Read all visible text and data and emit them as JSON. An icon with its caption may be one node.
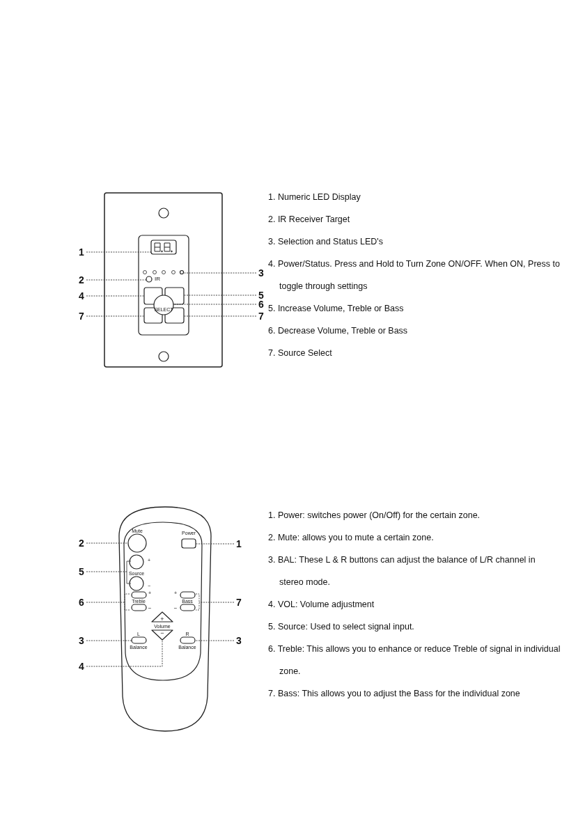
{
  "diagram": {
    "nodes": [
      {
        "text": [
          "1"
        ]
      },
      {
        "text": [],
        "shape": "box"
      },
      {
        "text": [
          "2"
        ]
      },
      {
        "text": [],
        "shape": "circle"
      },
      {
        "text": [
          "3"
        ]
      },
      {
        "text": [],
        "shape": "circle"
      },
      {
        "text": [
          "4"
        ]
      },
      {
        "text": [],
        "shape": "box"
      },
      {
        "text": [
          "5"
        ]
      },
      {
        "text": [],
        "shape": "box"
      },
      {
        "text": [
          "6"
        ]
      },
      {
        "text": [],
        "shape": "circle"
      },
      {
        "text": [
          "7"
        ]
      },
      {
        "text": [],
        "shape": "box"
      },
      {
        "text": [
          "7"
        ]
      },
      {
        "text": [],
        "shape": "box"
      },
      {
        "text": [
          "2"
        ]
      },
      {
        "text": [],
        "shape": "circle",
        "beside": [
          "Mute"
        ]
      },
      {
        "text": [
          "1"
        ]
      },
      {
        "text": [],
        "shape": "box",
        "beside": [
          "Power"
        ]
      },
      {
        "text": [
          "5"
        ]
      },
      {
        "text": [],
        "shape": "bracket"
      },
      {
        "text": [
          "6"
        ]
      },
      {
        "text": [],
        "shape": "bracket"
      },
      {
        "text": [
          "7"
        ]
      },
      {
        "text": [],
        "shape": "bracket"
      },
      {
        "text": [
          "3"
        ]
      },
      {
        "text": [],
        "shape": "box"
      },
      {
        "text": [
          "3"
        ]
      },
      {
        "text": [],
        "shape": "box"
      },
      {
        "text": [
          "4"
        ]
      },
      {
        "text": [
          "−"
        ]
      },
      {
        "text": [
          "+"
        ]
      }
    ],
    "edges": [
      {
        "from": 0,
        "to": 1,
        "arrow": "none"
      },
      {
        "from": 2,
        "to": 3,
        "arrow": "none"
      },
      {
        "from": 4,
        "to": 5,
        "arrow": "none"
      },
      {
        "from": 6,
        "to": 7,
        "arrow": "none"
      },
      {
        "from": 8,
        "to": 9,
        "arrow": "none"
      },
      {
        "from": 10,
        "to": 11,
        "arrow": "none"
      },
      {
        "from": 12,
        "to": 13,
        "arrow": "none"
      },
      {
        "from": 14,
        "to": 15,
        "arrow": "none"
      },
      {
        "from": 16,
        "to": 17,
        "arrow": "none"
      },
      {
        "from": 18,
        "to": 19,
        "arrow": "none"
      },
      {
        "from": 20,
        "to": 21,
        "arrow": "none"
      },
      {
        "from": 22,
        "to": 23,
        "arrow": "none"
      },
      {
        "from": 24,
        "to": 25,
        "arrow": "none"
      },
      {
        "from": 26,
        "to": 27,
        "arrow": "none"
      },
      {
        "from": 28,
        "to": 29,
        "arrow": "none"
      },
      {
        "from": 30,
        "to": 31,
        "arrow": "none"
      }
    ],
    "labels": [
      "1. Numeric LED Display",
      "2. IR Receiver Target",
      "3. Selection and Status LED's",
      "4. Power/Status. Press and Hold to Turn Zone ON/OFF. When ON, Press to toggle through settings",
      "5. Increase Volume, Treble or Bass",
      "6. Decrease Volume, Treble or Bass",
      "7. Source Select",
      "IR",
      "SELECT",
      "1. Power: switches power (On/Off) for the certain zone.",
      "2. Mute: allows you to mute a certain zone.",
      "3. BAL: These L & R buttons can adjust the balance of L/R channel in stereo mode.",
      "4. VOL: Volume adjustment",
      "5. Source: Used to select signal input.",
      "6. Treble: This allows you to enhance or reduce Treble of signal in individual zone.",
      "7. Bass:  This allows you to adjust the Bass for the individual zone",
      "+",
      "Source",
      "−",
      "+",
      "Treble",
      "−",
      "+",
      "Bass",
      "−",
      "Volume",
      "L",
      "Balance",
      "R",
      "Balance"
    ]
  }
}
